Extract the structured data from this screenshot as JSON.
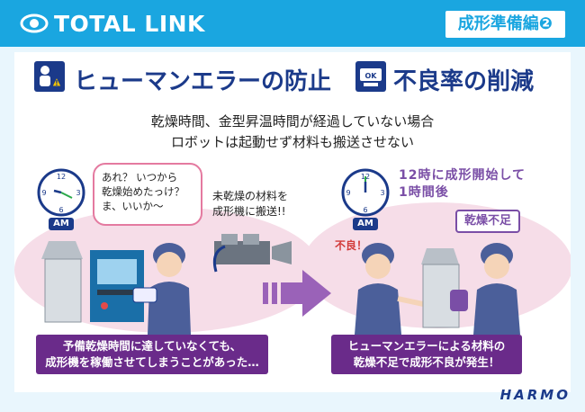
{
  "header": {
    "logo_text": "TOTAL LINK",
    "edition": "成形準備編❷"
  },
  "titles": {
    "left": "ヒューマンエラーの防止",
    "right": "不良率の削減"
  },
  "subtitle": {
    "line1": "乾燥時間、金型昇温時間が経過していない場合",
    "line2": "ロボットは起動せず材料も搬送させない"
  },
  "left_scene": {
    "am_label": "AM",
    "bubble_line1": "あれ？ いつから",
    "bubble_line2": "乾燥始めたっけ？",
    "bubble_line3": "ま、いいか〜",
    "note_line1": "未乾燥の材料を",
    "note_line2": "成形機に搬送!!",
    "caption_line1": "予備乾燥時間に達していなくても、",
    "caption_line2": "成形機を稼働させてしまうことがあった…"
  },
  "right_scene": {
    "am_label": "AM",
    "note_line1": "12時に成形開始して",
    "note_line2": "1時間後",
    "tag": "乾燥不足",
    "exclaim": "不良！",
    "caption_line1": "ヒューマンエラーによる材料の",
    "caption_line2": "乾燥不足で成形不良が発生！"
  },
  "footer": {
    "brand": "HARMO"
  },
  "colors": {
    "header_blue": "#1aa6e0",
    "navy": "#1b3a8a",
    "purple": "#6a2b8a",
    "pink": "#e47aa0"
  }
}
